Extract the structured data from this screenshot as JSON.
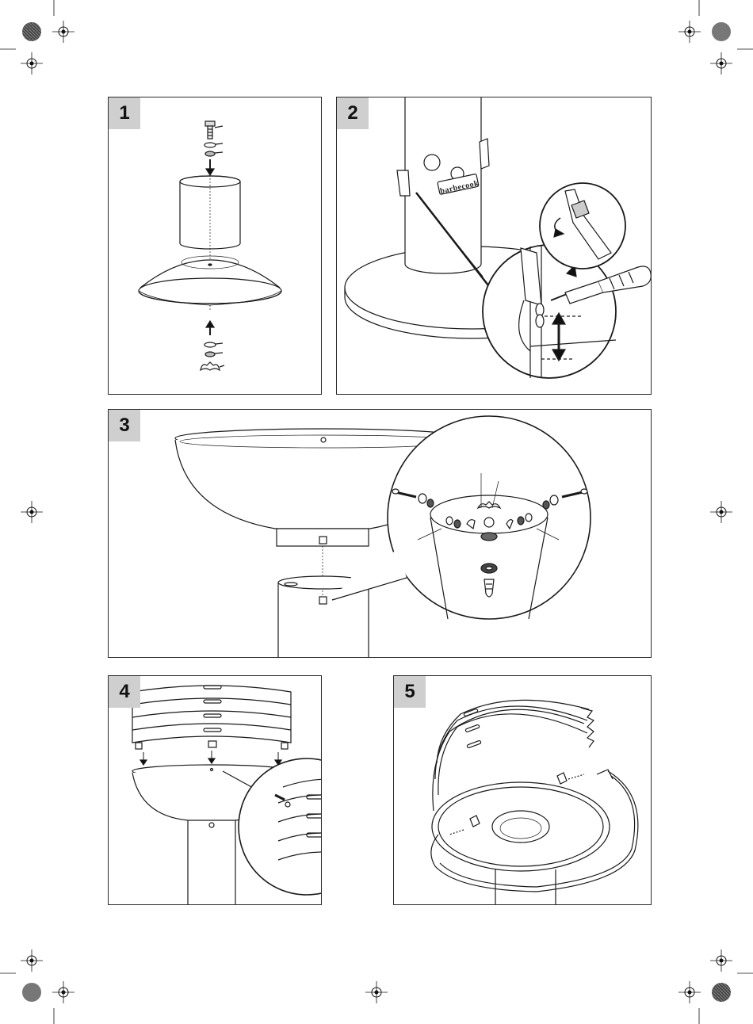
{
  "panels": [
    {
      "number": "1"
    },
    {
      "number": "2"
    },
    {
      "number": "3"
    },
    {
      "number": "4"
    },
    {
      "number": "5"
    }
  ],
  "brand_label": "barbecook",
  "colors": {
    "line": "#1a1a1a",
    "step_bg": "#cfcfcf",
    "shade": "#e8e8e8",
    "dark": "#555555"
  }
}
